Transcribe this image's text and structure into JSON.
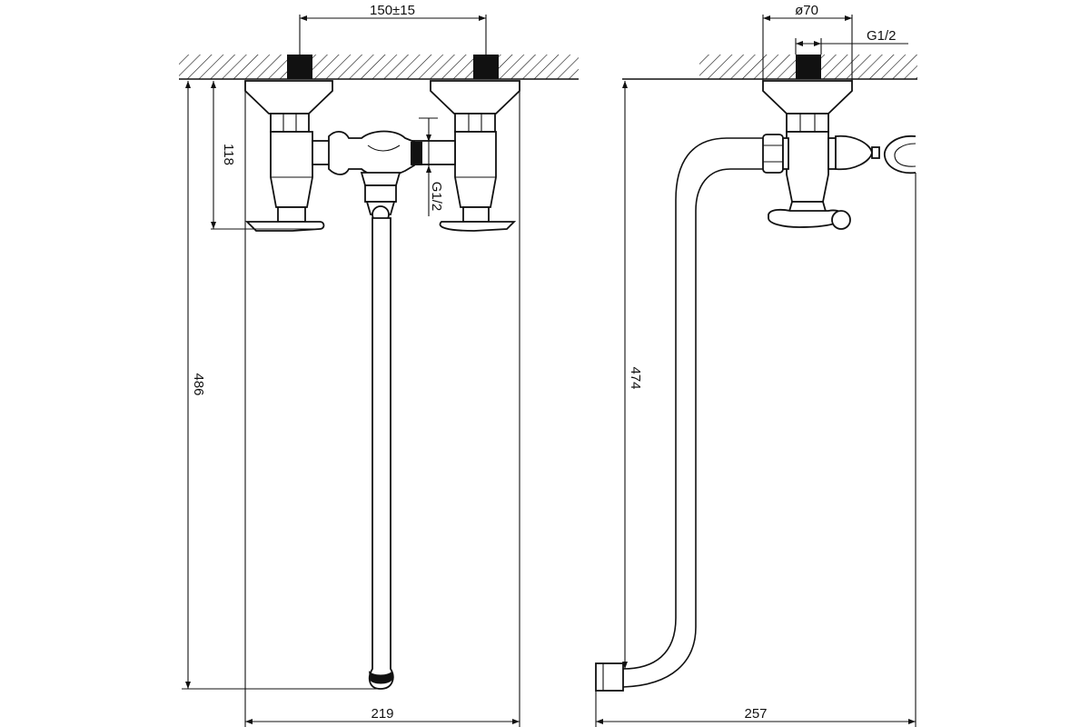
{
  "front_view": {
    "dim_spacing": "150±15",
    "dim_height_handle": "118",
    "dim_thread": "G1/2",
    "dim_total_height": "486",
    "dim_width": "219"
  },
  "side_view": {
    "dim_diameter": "ø70",
    "dim_thread": "G1/2",
    "dim_total_height": "474",
    "dim_width": "257"
  }
}
